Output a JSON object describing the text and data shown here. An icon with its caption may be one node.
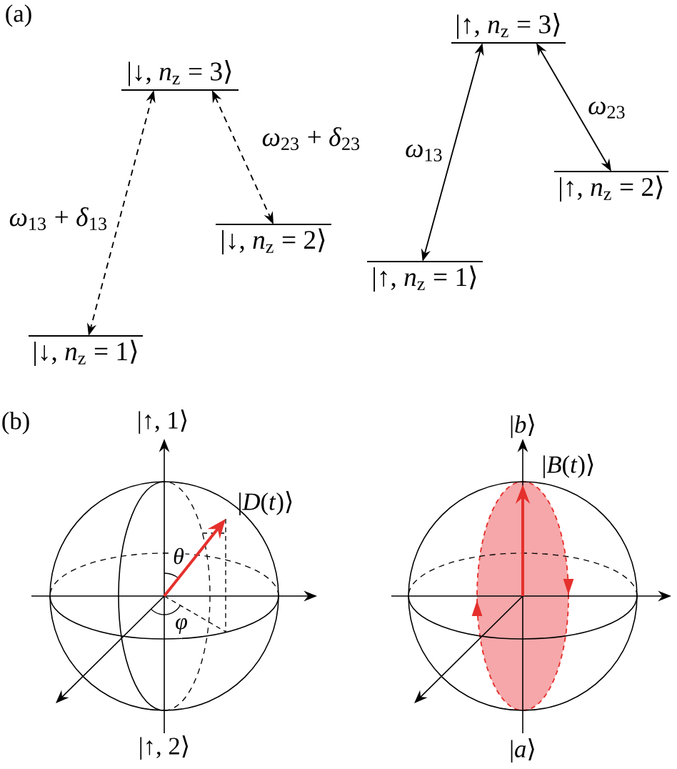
{
  "diagram": {
    "nodes": [
      {
        "text": [
          "|↓, *n*$_{z}$ = 3⟩"
        ]
      },
      {
        "text": [
          "|↓, *n*$_{z}$ = 2⟩"
        ]
      },
      {
        "text": [
          "|↓, *n*$_{z}$ = 1⟩"
        ]
      },
      {
        "text": [
          "|↑, *n*$_{z}$ = 3⟩"
        ]
      },
      {
        "text": [
          "|↑, *n*$_{z}$ = 2⟩"
        ]
      },
      {
        "text": [
          "|↑, *n*$_{z}$ = 1⟩"
        ]
      }
    ],
    "edges": [
      {
        "from": 0,
        "to": 2,
        "arrow": "both",
        "label": "*ω*$_{13}$ + *δ*$_{13}$",
        "style": "dashed"
      },
      {
        "from": 0,
        "to": 1,
        "arrow": "both",
        "label": "*ω*$_{23}$ + *δ*$_{23}$",
        "style": "dashed"
      },
      {
        "from": 3,
        "to": 5,
        "arrow": "both",
        "label": "*ω*$_{13}$"
      },
      {
        "from": 3,
        "to": 4,
        "arrow": "both",
        "label": "*ω*$_{23}$"
      }
    ],
    "labels": [
      "(a)",
      "(b)",
      "|↑, 1⟩",
      "|*D*(*t*)⟩",
      "θ",
      "φ",
      "|↑, 2⟩",
      "|*b*⟩",
      "|*B*(*t*)⟩",
      "|*a*⟩"
    ]
  }
}
